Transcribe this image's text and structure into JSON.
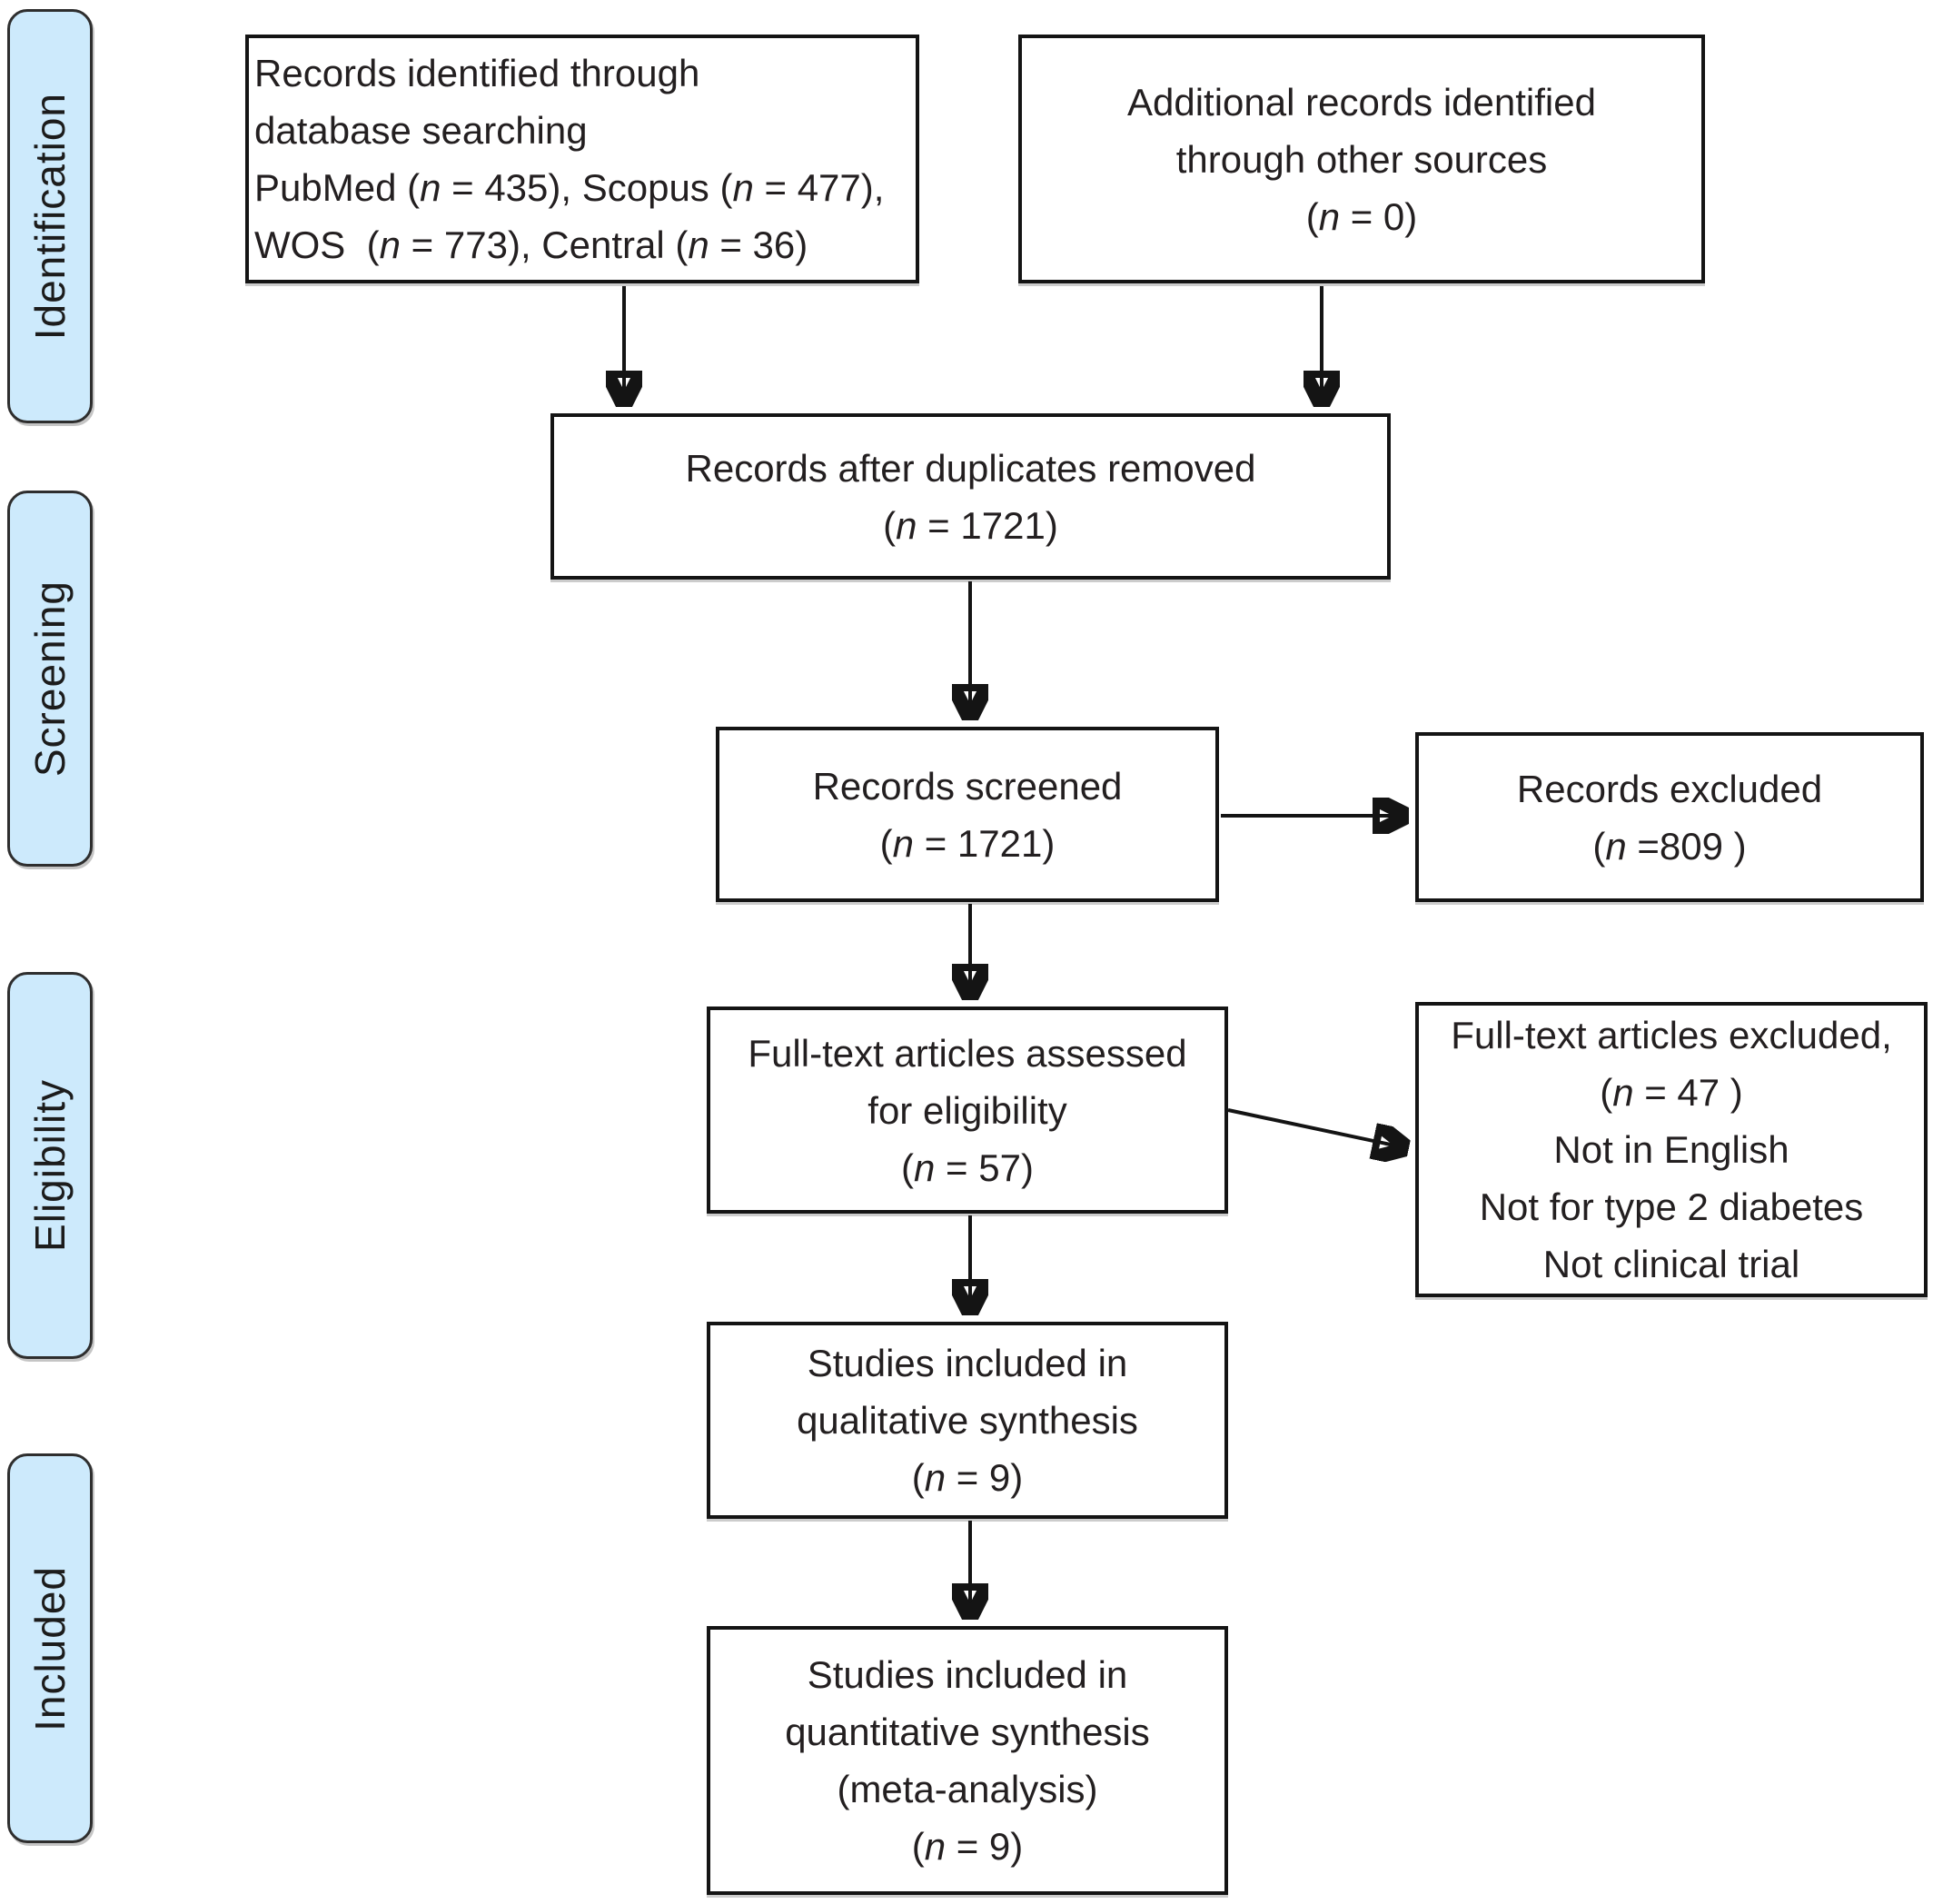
{
  "figure": {
    "kind": "PRISMA flow diagram",
    "background_color": "#ffffff",
    "stage_fill_color": "#cdeafc",
    "line_color": "#141414",
    "text_color": "#231f20"
  },
  "stages": [
    {
      "label": "Identification"
    },
    {
      "label": "Screening"
    },
    {
      "label": "Eligibility"
    },
    {
      "label": "Included"
    }
  ],
  "boxes": {
    "records_identified": {
      "text": "Records identified through\ndatabase searching\nPubMed (n = 435), Scopus (n = 477),\nWOS  (n = 773), Central (n = 36)"
    },
    "additional_records": {
      "text": "Additional records identified\nthrough other sources\n(n = 0)"
    },
    "after_duplicates": {
      "text": "Records after duplicates removed\n(n = 1721)"
    },
    "records_screened": {
      "text": "Records screened\n(n = 1721)"
    },
    "records_excluded": {
      "text": "Records excluded\n(n =809 )"
    },
    "fulltext_assessed": {
      "text": "Full-text articles assessed\nfor eligibility\n(n = 57)"
    },
    "fulltext_excluded": {
      "text": "Full-text articles excluded,\n(n = 47 )\nNot in English\nNot for type 2 diabetes\nNot clinical trial"
    },
    "qualitative_included": {
      "text": "Studies included in\nqualitative synthesis\n(n = 9)"
    },
    "quantitative_included": {
      "text": "Studies included in\nquantitative synthesis\n(meta-analysis)\n(n = 9)"
    }
  }
}
